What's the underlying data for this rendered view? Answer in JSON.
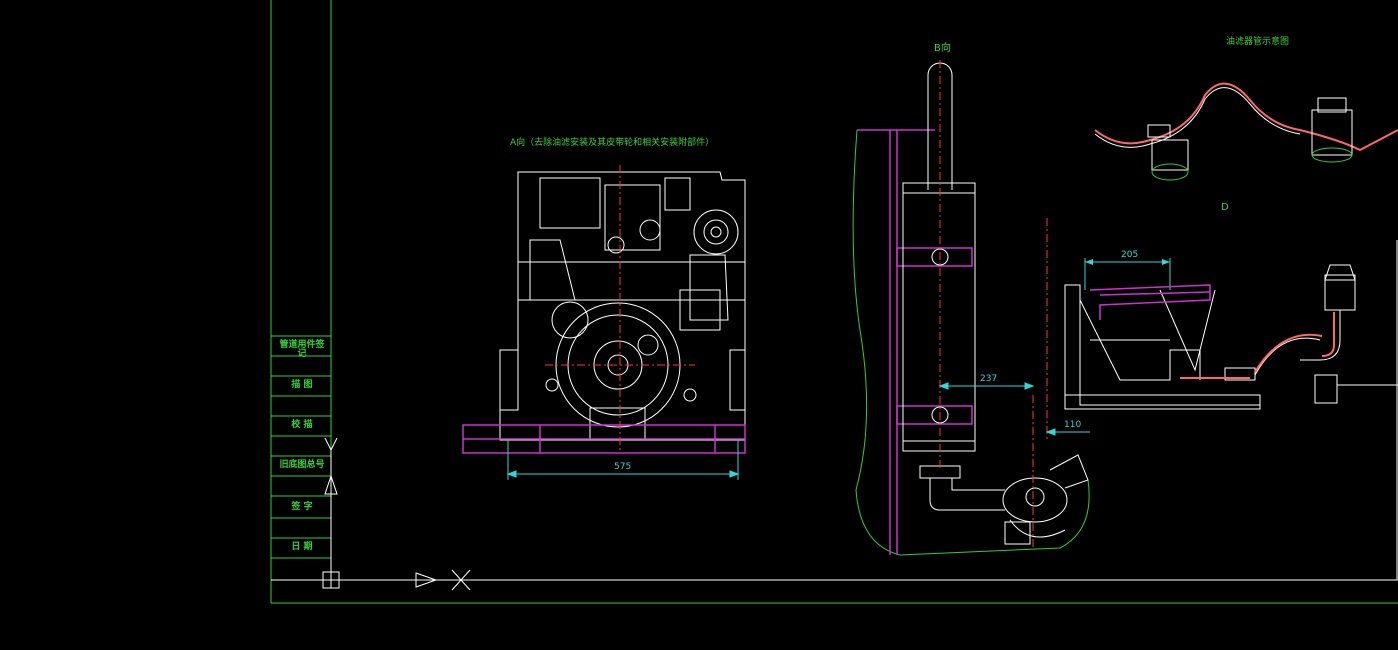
{
  "colors": {
    "background": "#000000",
    "frame": "#33cc33",
    "drawing": "#ffffff",
    "centerline": "#ff3333",
    "dimension": "#33d6d6",
    "highlight": "#cc33cc",
    "pipe": "#ff6666"
  },
  "side_panel": {
    "rows": [
      "管道用件签记",
      "描 图",
      "校 描",
      "旧底图总号",
      "签 字",
      "日 期"
    ]
  },
  "views": {
    "view_a_title": "A向（去除油滤安装及其皮带轮和相关安装附部件）",
    "view_b_title": "B向",
    "pipe_title": "油滤器管示意图",
    "view_d_title": "D"
  },
  "dimensions": {
    "width_a": "575",
    "offset_b": "237",
    "offset_c": "110",
    "width_d": "205"
  },
  "icons": [
    "y-axis-icon",
    "origin-square-icon",
    "x-arrow-icon",
    "cross-mark-icon"
  ]
}
